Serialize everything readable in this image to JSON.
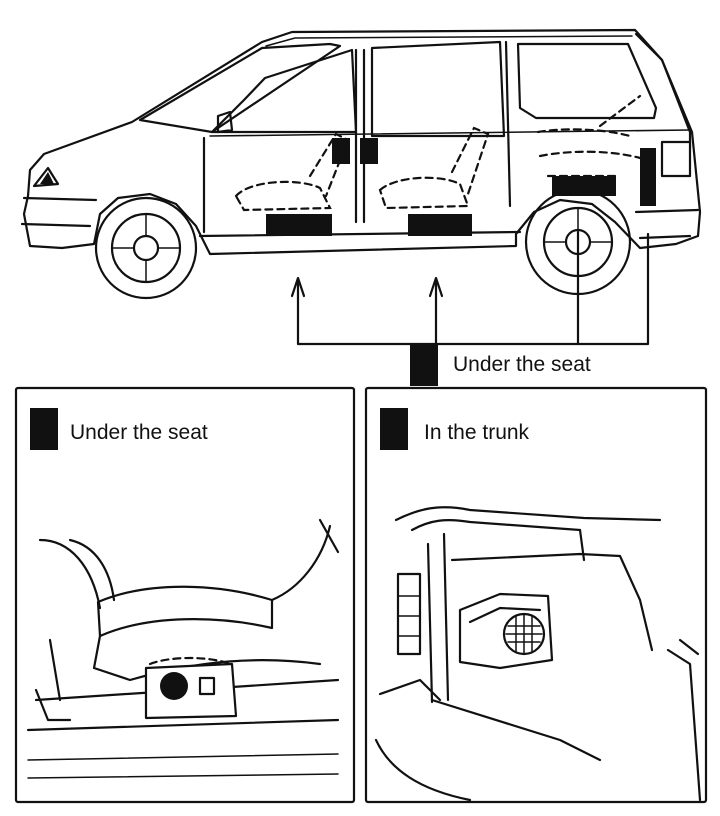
{
  "callouts": {
    "main": "Under the seat",
    "left_panel": "Under the seat",
    "right_panel": "In the trunk"
  },
  "colors": {
    "ink": "#111111",
    "background": "#ffffff"
  }
}
